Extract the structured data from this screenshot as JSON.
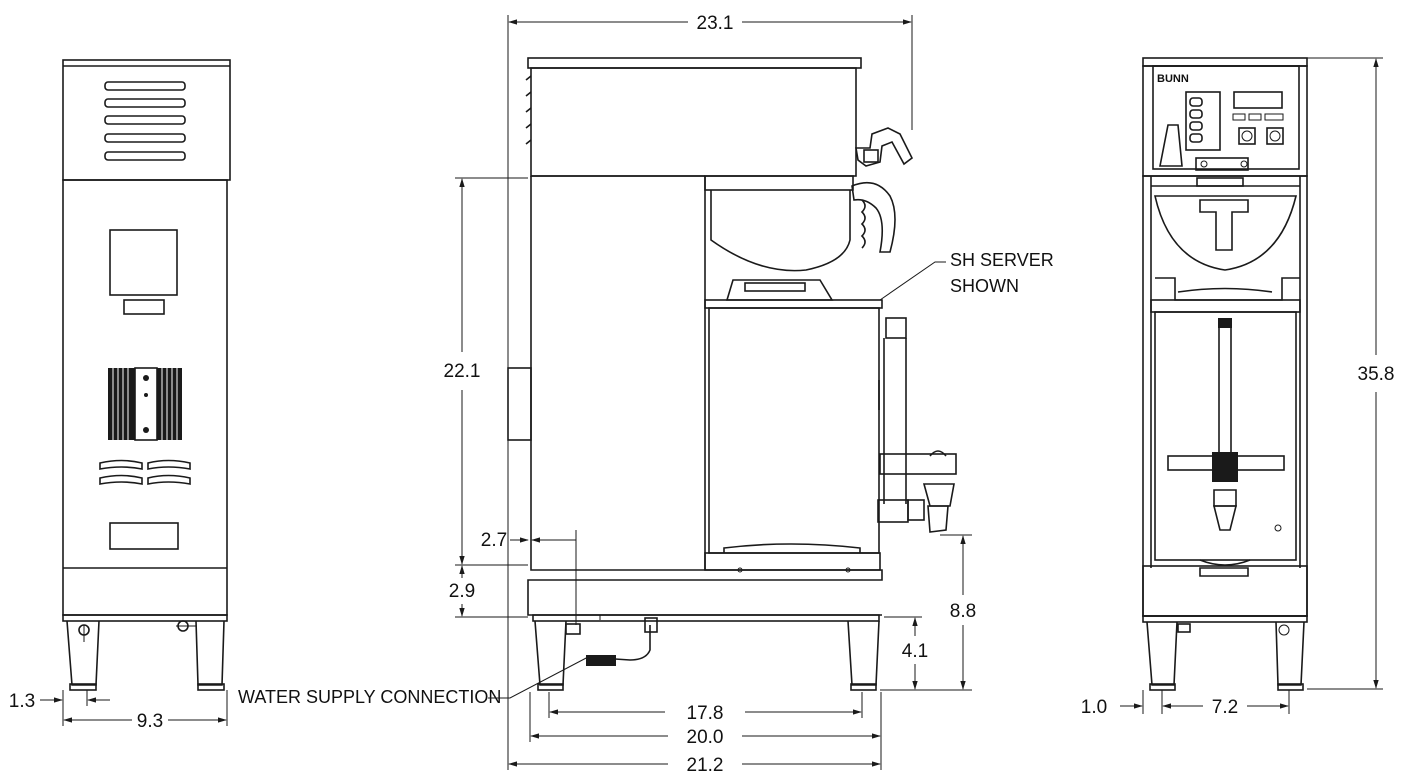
{
  "dimensions": {
    "left_foot_offset": "1.3",
    "left_width": "9.3",
    "top_width": "23.1",
    "height_22": "22.1",
    "d_2_7": "2.7",
    "d_2_9": "2.9",
    "d_17_8": "17.8",
    "d_20_0": "20.0",
    "d_21_2": "21.2",
    "d_8_8": "8.8",
    "d_4_1": "4.1",
    "right_foot_offset": "1.0",
    "right_width": "7.2",
    "total_height": "35.8"
  },
  "labels": {
    "server_line1": "SH SERVER",
    "server_line2": "SHOWN",
    "water_supply": "WATER SUPPLY CONNECTION",
    "brand": "BUNN"
  }
}
